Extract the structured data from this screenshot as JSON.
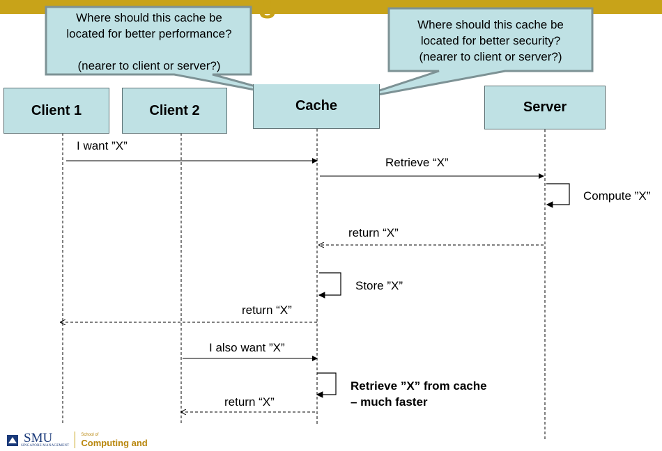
{
  "header": {
    "title_fragment": "g"
  },
  "bubbles": {
    "left": "Where should this cache be\nlocated for better performance?\n\n(nearer to client or server?)",
    "right": "Where should this cache be\nlocated for better security?\n(nearer to client or server?)"
  },
  "lanes": {
    "client1": "Client 1",
    "client2": "Client 2",
    "cache": "Cache",
    "server": "Server"
  },
  "messages": {
    "m1": "I want ”X”",
    "m2": "Retrieve “X”",
    "m3": "Compute ”X”",
    "m4": "return “X”",
    "m5": "Store ”X”",
    "m6": "return “X”",
    "m7": "I also want ”X”",
    "m8_line1": "Retrieve ”X” from cache",
    "m8_line2": "– much faster",
    "m9": "return “X”"
  },
  "footer": {
    "logo": "SMU",
    "logo_sub": "SINGAPORE MANAGEMENT",
    "school_small": "School of",
    "school_big": "Computing and"
  },
  "colors": {
    "box_fill": "#bfe1e4",
    "accent": "#c8a319"
  }
}
